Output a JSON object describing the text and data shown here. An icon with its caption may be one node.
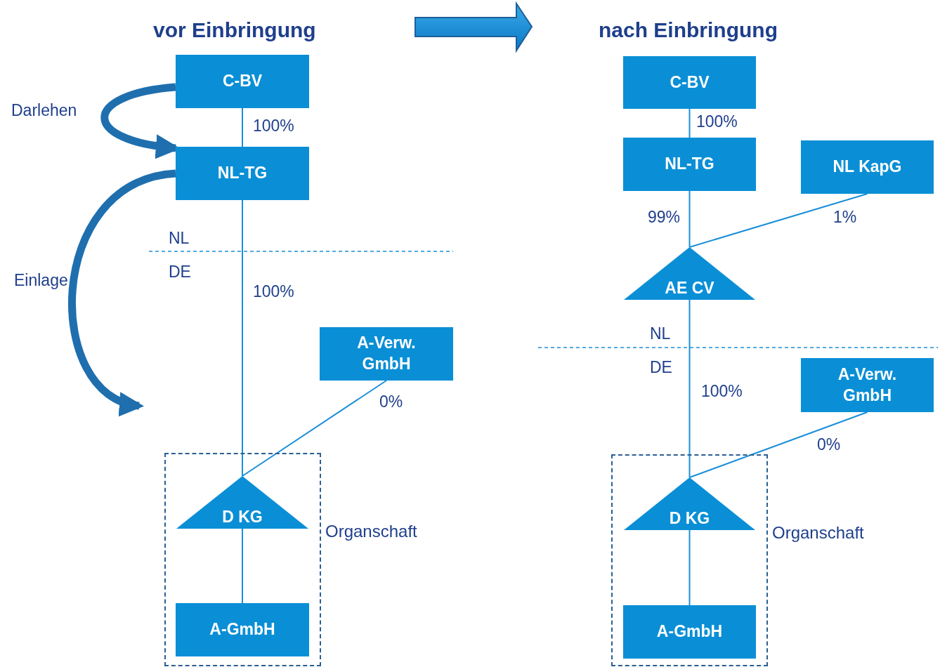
{
  "diagram": {
    "nodes": [
      {
        "text": [
          "C-BV"
        ]
      },
      {
        "text": [
          "NL-TG"
        ]
      },
      {
        "text": [
          "A-Verw. GmbH"
        ]
      },
      {
        "text": [
          "Organschaft"
        ]
      },
      {
        "text": [
          "D KG"
        ],
        "in": 3
      },
      {
        "text": [
          "A-GmbH"
        ],
        "in": 3
      },
      {
        "text": [
          "C-BV"
        ]
      },
      {
        "text": [
          "NL-TG"
        ]
      },
      {
        "text": [
          "NL KapG"
        ]
      },
      {
        "text": [
          "AE CV"
        ]
      },
      {
        "text": [
          "A-Verw. GmbH"
        ]
      },
      {
        "text": [
          "Organschaft"
        ]
      },
      {
        "text": [
          "D KG"
        ],
        "in": 11
      },
      {
        "text": [
          "A-GmbH"
        ],
        "in": 11
      }
    ],
    "edges": [
      {
        "from": 0,
        "to": 1,
        "arrow": "none",
        "label": "100%"
      },
      {
        "from": 1,
        "to": 4,
        "arrow": "none",
        "label": "100%"
      },
      {
        "from": 2,
        "to": 4,
        "arrow": "none",
        "label": "0%"
      },
      {
        "from": 4,
        "to": 5,
        "arrow": "none"
      },
      {
        "from": 0,
        "to": 1,
        "arrow": "to",
        "label": "Darlehen",
        "style": "thick",
        "color": "#1f6fae"
      },
      {
        "from": 1,
        "to": null,
        "arrow": "to",
        "label": "Einlage",
        "style": "thick",
        "color": "#1f6fae"
      },
      {
        "from": 6,
        "to": 7,
        "arrow": "none",
        "label": "100%"
      },
      {
        "from": 7,
        "to": 9,
        "arrow": "none",
        "label": "99%"
      },
      {
        "from": 8,
        "to": 9,
        "arrow": "none",
        "label": "1%"
      },
      {
        "from": 9,
        "to": 12,
        "arrow": "none",
        "label": "100%"
      },
      {
        "from": 10,
        "to": 12,
        "arrow": "none",
        "label": "0%"
      },
      {
        "from": 12,
        "to": 13,
        "arrow": "none"
      }
    ],
    "labels": [
      "vor Einbringung",
      "nach Einbringung",
      "NL",
      "DE",
      "NL",
      "DE"
    ]
  }
}
